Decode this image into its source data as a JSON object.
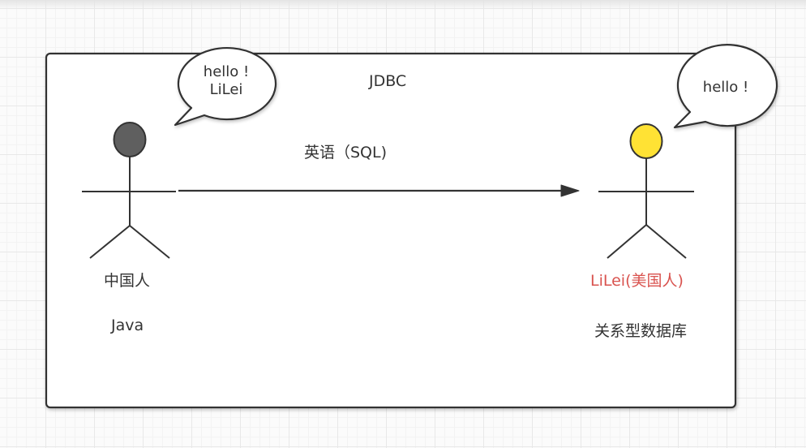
{
  "diagram": {
    "protocol_label": "JDBC",
    "language_label": "英语（SQL)",
    "left_actor": {
      "name": "中国人",
      "note": "Java",
      "speech": "hello !\nLiLei",
      "head_color": "#5f5f5f",
      "label_color": "#333333"
    },
    "right_actor": {
      "name": "LiLei(美国人)",
      "note": "关系型数据库",
      "speech": "hello !",
      "head_color": "#ffe234",
      "label_color": "#d9534f"
    },
    "colors": {
      "stroke": "#333333",
      "frame_fill": "#ffffff",
      "bubble_fill": "#ffffff"
    }
  }
}
